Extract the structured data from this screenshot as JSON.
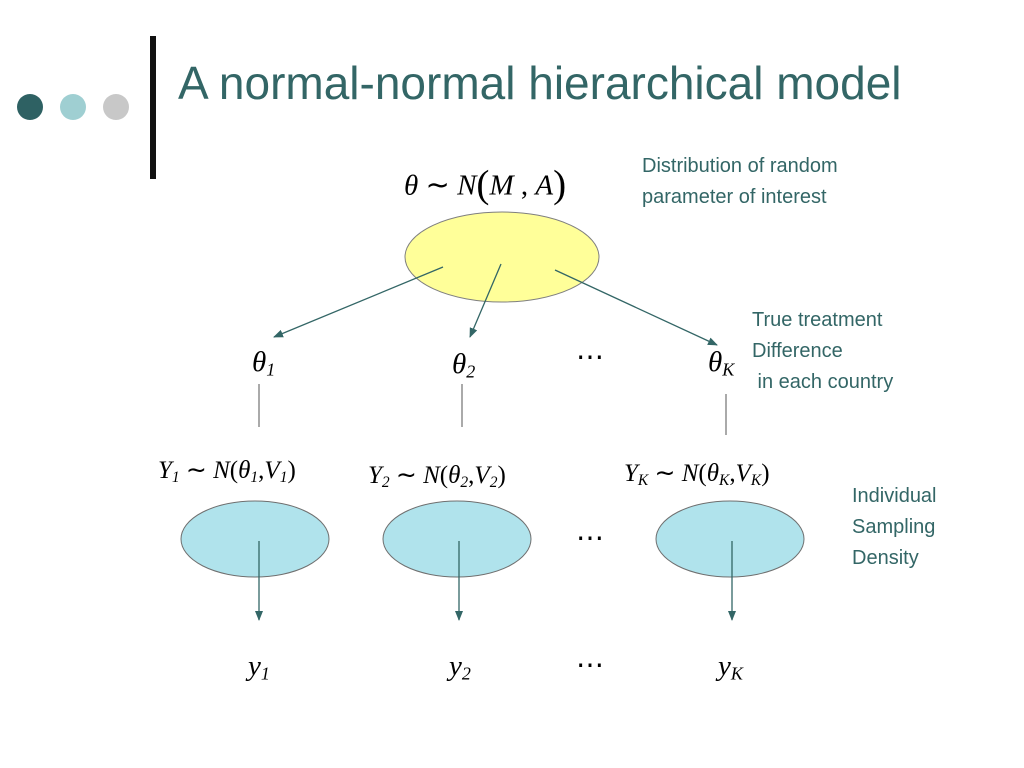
{
  "slide": {
    "title": "A normal-normal hierarchical model",
    "decor_dots": [
      "#2e6163",
      "#9fcfd2",
      "#c8c8c8"
    ]
  },
  "colors": {
    "title": "#336666",
    "note_text": "#336666",
    "prior_fill": "#ffff99",
    "prior_stroke": "#7f7f7f",
    "country_fill": "#b0e3ec",
    "country_stroke": "#6f6f6f",
    "arrow": "#336666",
    "tick_line": "#555555"
  },
  "prior": {
    "formula": {
      "theta": "θ",
      "tilde": "∼",
      "N": "N",
      "lparen": "(",
      "M": "M",
      "comma": " , ",
      "A": "A",
      "rparen": ")"
    }
  },
  "thetas": [
    {
      "symbol": "θ",
      "subscript": "1"
    },
    {
      "symbol": "θ",
      "subscript": "2"
    },
    {
      "symbol": "θ",
      "subscript": "K"
    }
  ],
  "sampling": [
    {
      "Y": "Y",
      "Ysub": "1",
      "tilde": "∼",
      "N": "N",
      "lp": "(",
      "theta": "θ",
      "tsub": "1",
      "comma": ",",
      "V": "V",
      "vsub": "1",
      "rp": ")"
    },
    {
      "Y": "Y",
      "Ysub": "2",
      "tilde": "∼",
      "N": "N",
      "lp": "(",
      "theta": "θ",
      "tsub": "2",
      "comma": ",",
      "V": "V",
      "vsub": "2",
      "rp": ")"
    },
    {
      "Y": "Y",
      "Ysub": "K",
      "tilde": "∼",
      "N": "N",
      "lp": "(",
      "theta": "θ",
      "tsub": "K",
      "comma": ",",
      "V": "V",
      "vsub": "K",
      "rp": ")"
    }
  ],
  "observations": [
    {
      "symbol": "y",
      "subscript": "1"
    },
    {
      "symbol": "y",
      "subscript": "2"
    },
    {
      "symbol": "y",
      "subscript": "K"
    }
  ],
  "ellipsis": "⋯",
  "annotations": {
    "prior": "Distribution of random\nparameter of interest",
    "theta": "True treatment\nDifference\n in each country",
    "sampling": "Individual\nSampling\nDensity"
  }
}
